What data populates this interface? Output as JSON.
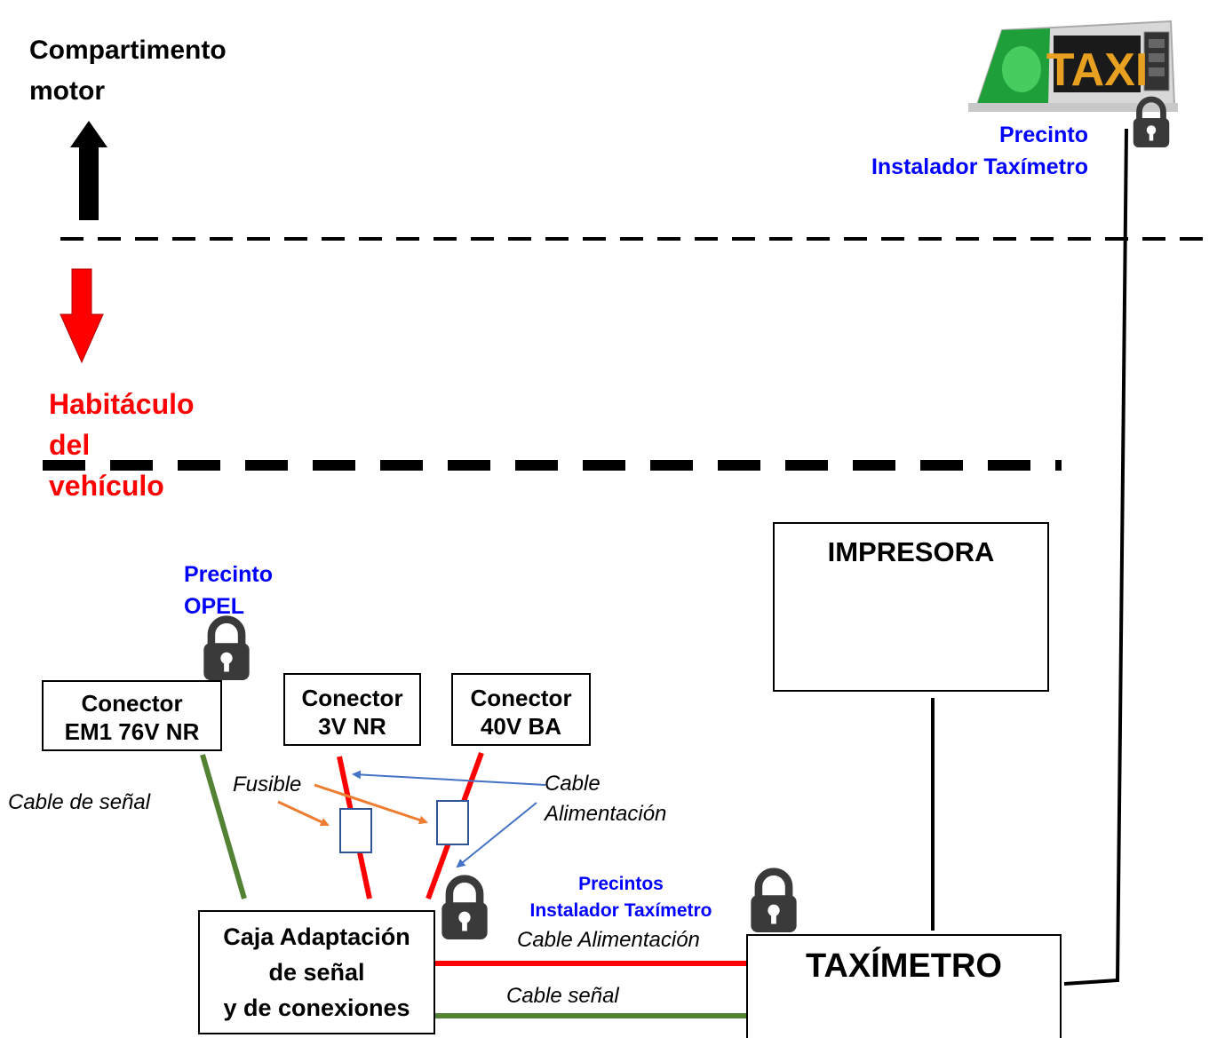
{
  "zones": {
    "engine": {
      "line1": "Compartimento",
      "line2": "motor"
    },
    "cabin": {
      "line1": "Habitáculo",
      "line2": "del",
      "line3": "vehículo"
    }
  },
  "taxi_sign": {
    "label": "TAXI"
  },
  "seals": {
    "roof": {
      "line1": "Precinto",
      "line2": "Instalador Taxímetro"
    },
    "opel": {
      "line1": "Precinto",
      "line2": "OPEL"
    },
    "installer": {
      "line1": "Precintos",
      "line2": "Instalador Taxímetro"
    }
  },
  "boxes": {
    "printer": {
      "label": "IMPRESORA"
    },
    "connector_em1": {
      "line1": "Conector",
      "line2": "EM1 76V NR"
    },
    "connector_3v": {
      "line1": "Conector",
      "line2": "3V NR"
    },
    "connector_40v": {
      "line1": "Conector",
      "line2": "40V BA"
    },
    "adapter": {
      "line1": "Caja Adaptación",
      "line2": "de señal",
      "line3": "y de conexiones"
    },
    "taximeter": {
      "label": "TAXÍMETRO"
    }
  },
  "labels": {
    "signal_cable_left": "Cable de señal",
    "fuse": "Fusible",
    "power_cable_line1": "Cable",
    "power_cable_line2": "Alimentación",
    "power_cable_bottom": "Cable Alimentación",
    "signal_cable_bottom": "Cable señal"
  },
  "colors": {
    "power_cable": "#ff0000",
    "signal_cable": "#548235",
    "fuse_arrow": "#ed7d31",
    "power_arrow": "#4472c4",
    "seal_label": "#0000ff",
    "cabin_label": "#ff0000",
    "padlock": "#3a3a3a"
  }
}
